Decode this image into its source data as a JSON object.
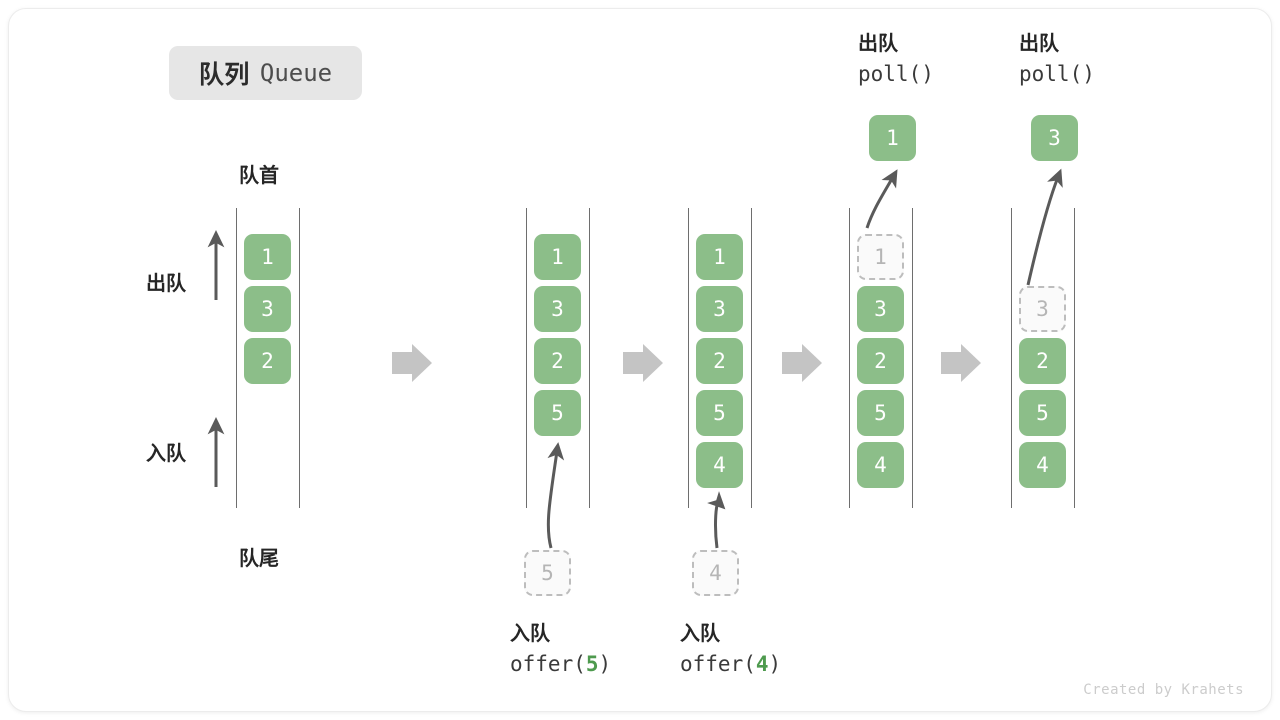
{
  "card": {
    "title_cn": "队列",
    "title_en": "Queue",
    "credit": "Created by Krahets"
  },
  "labels": {
    "front": "队首",
    "rear": "队尾",
    "dequeue": "出队",
    "enqueue": "入队"
  },
  "colors": {
    "element_green": "#8cbe89",
    "ghost_gray": "#bdbdbd",
    "arrow_gray": "#c4c4c4",
    "rail_gray": "#6e6e6e",
    "accent_code_green": "#4e9a4e",
    "badge_bg": "#e6e6e6"
  },
  "steps": [
    {
      "name": "initial",
      "items": [
        "1",
        "3",
        "2"
      ],
      "ghost_index": null,
      "ghost_value": null
    },
    {
      "name": "after-offer-5",
      "items": [
        "1",
        "3",
        "2",
        "5"
      ],
      "ghost_index": null,
      "ghost_value": null
    },
    {
      "name": "after-offer-4",
      "items": [
        "1",
        "3",
        "2",
        "5",
        "4"
      ],
      "ghost_index": null,
      "ghost_value": null
    },
    {
      "name": "poll-1",
      "items": [
        "1",
        "3",
        "2",
        "5",
        "4"
      ],
      "ghost_index": 0,
      "ghost_value": "1"
    },
    {
      "name": "poll-3",
      "items": [
        "",
        "3",
        "2",
        "5",
        "4"
      ],
      "ghost_index": 1,
      "ghost_value": "3"
    }
  ],
  "operations": {
    "offer_5": {
      "cn": "入队",
      "code_prefix": "offer(",
      "arg": "5",
      "code_suffix": ")",
      "ghost": "5"
    },
    "offer_4": {
      "cn": "入队",
      "code_prefix": "offer(",
      "arg": "4",
      "code_suffix": ")",
      "ghost": "4"
    },
    "poll_1": {
      "cn": "出队",
      "code": "poll()",
      "result": "1"
    },
    "poll_3": {
      "cn": "出队",
      "code": "poll()",
      "result": "3"
    }
  },
  "separators": [
    "arrow-right",
    "arrow-right",
    "arrow-right",
    "arrow-right"
  ]
}
